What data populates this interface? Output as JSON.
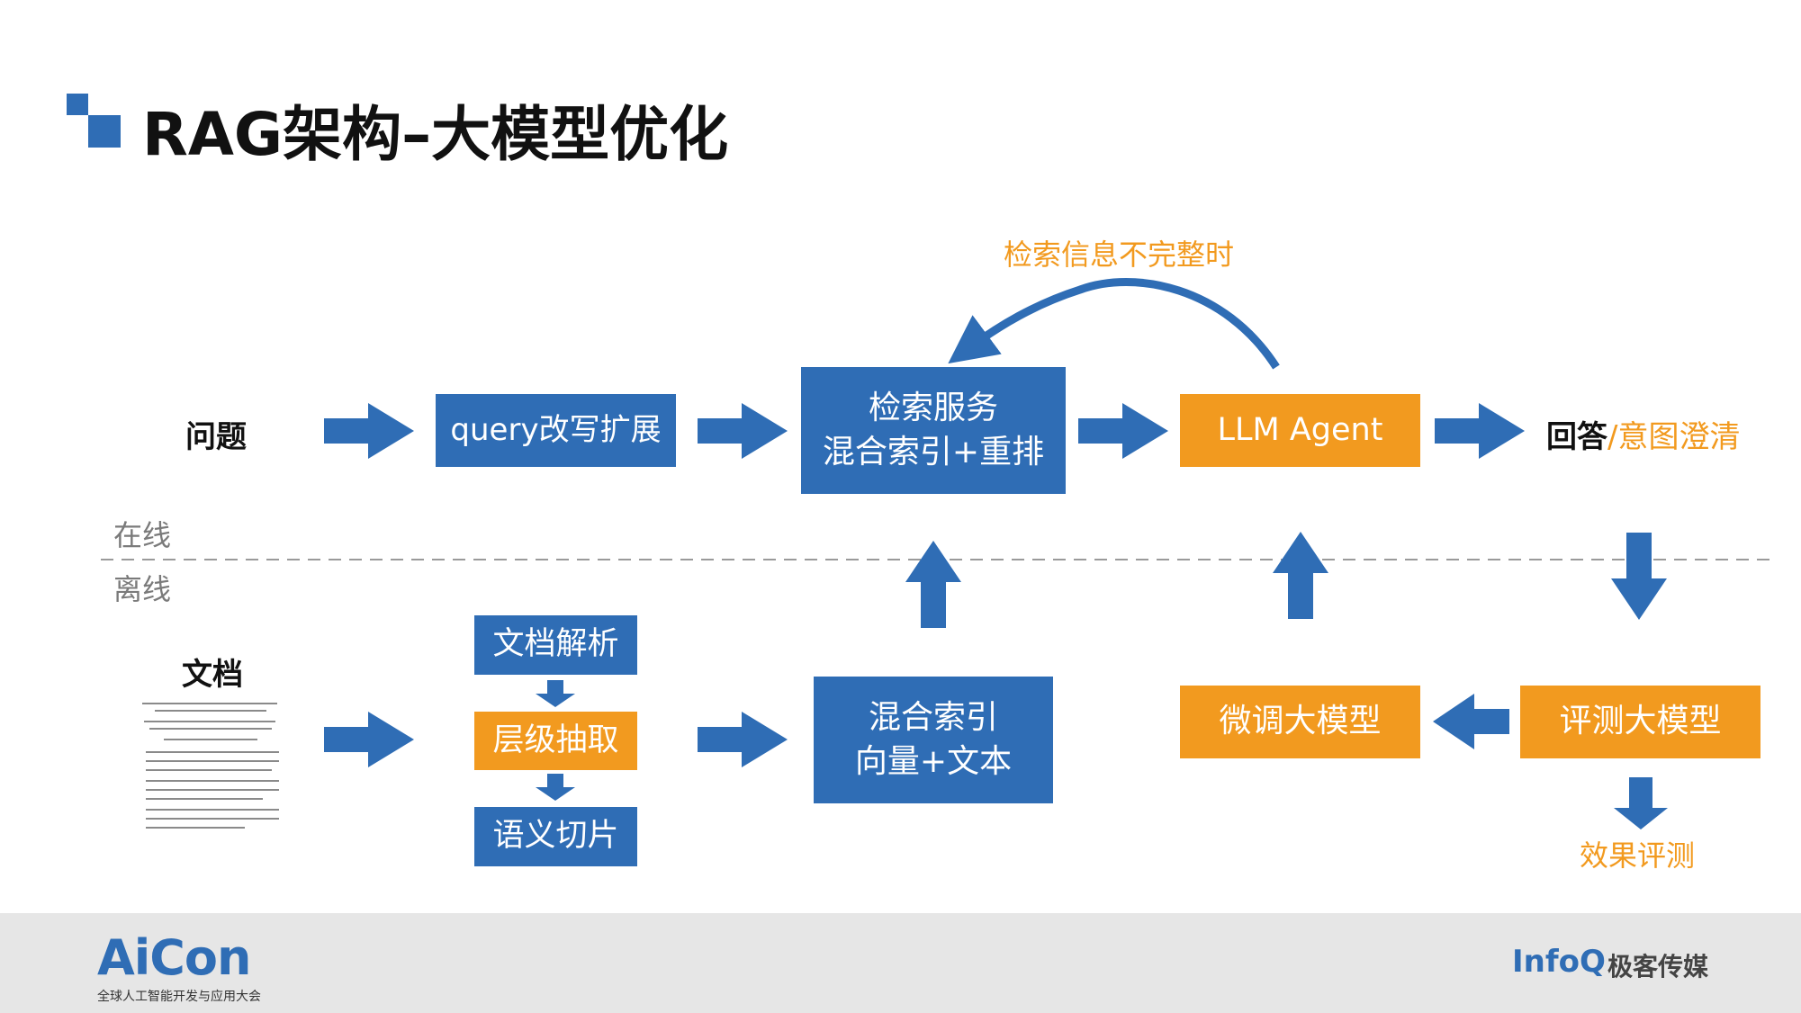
{
  "title": "RAG架构–大模型优化",
  "colors": {
    "blue": "#2f6db5",
    "orange": "#f29a1f"
  },
  "online_label": "在线",
  "offline_label": "离线",
  "online": {
    "question": "问题",
    "query_rewrite": "query改写扩展",
    "retrieval_line1": "检索服务",
    "retrieval_line2": "混合索引+重排",
    "llm_agent": "LLM Agent",
    "answer": "回答",
    "intent": "/意图澄清",
    "loop_label": "检索信息不完整时"
  },
  "offline": {
    "document": "文档",
    "parse": "文档解析",
    "hierarchy": "层级抽取",
    "chunk": "语义切片",
    "index_line1": "混合索引",
    "index_line2": "向量+文本",
    "finetune": "微调大模型",
    "evaluate": "评测大模型",
    "effect": "效果评测"
  },
  "footer": {
    "aicon": "AiCon",
    "aicon_sub": "全球人工智能开发与应用大会",
    "infoq": "InfoQ",
    "geek": "极客传媒"
  }
}
